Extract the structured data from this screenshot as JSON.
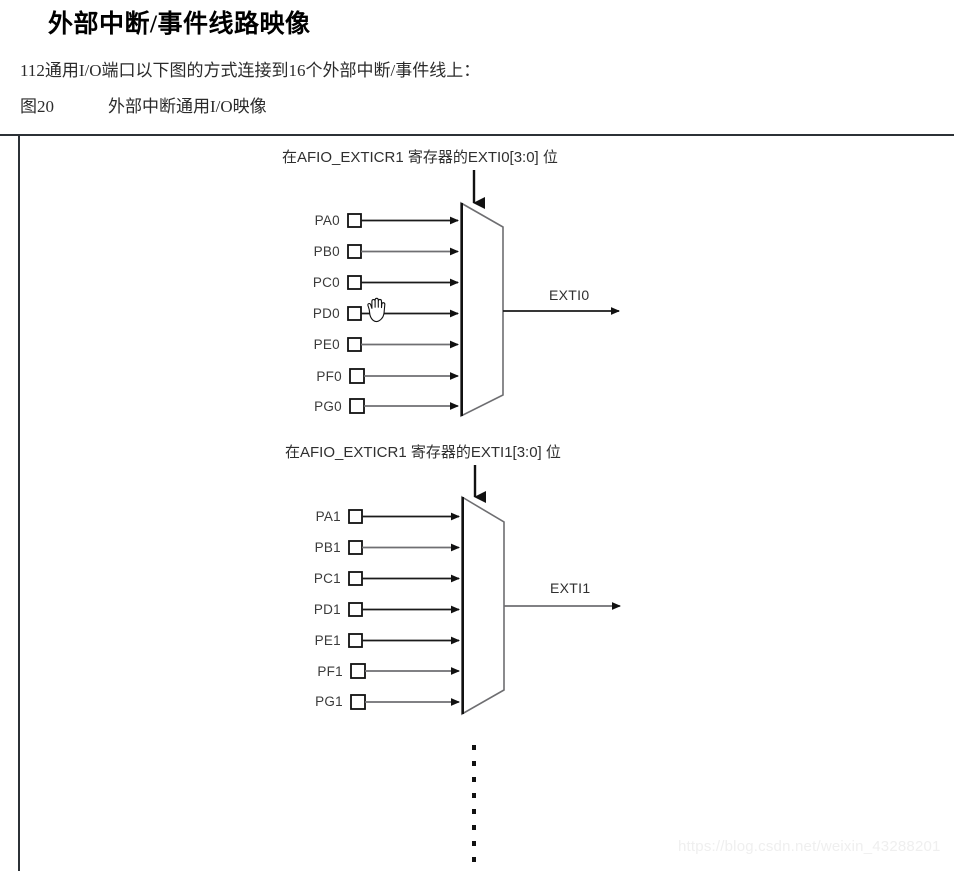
{
  "page": {
    "title": "外部中断/事件线路映像",
    "intro": "112通用I/O端口以下图的方式连接到16个外部中断/事件线上：",
    "figure_number": "图20",
    "figure_title": "外部中断通用I/O映像",
    "watermark": "https://blog.csdn.net/weixin_43288201"
  },
  "colors": {
    "frame_border": "#2c3136",
    "line_dark": "#1a1a1a",
    "line_gray": "#77777a",
    "text": "#2f2f2f",
    "watermark": "#efefef",
    "background": "#ffffff"
  },
  "diagram": {
    "type": "block-diagram",
    "description": "Two multiplexers mapping GPIO port pins onto EXTI external interrupt lines",
    "muxes": [
      {
        "id": "mux-exti0",
        "select_label": "在AFIO_EXTICR1 寄存器的EXTI0[3:0] 位",
        "inputs": [
          "PA0",
          "PB0",
          "PC0",
          "PD0",
          "PE0",
          "PF0",
          "PG0"
        ],
        "output": "EXTI0"
      },
      {
        "id": "mux-exti1",
        "select_label": "在AFIO_EXTICR1 寄存器的EXTI1[3:0] 位",
        "inputs": [
          "PA1",
          "PB1",
          "PC1",
          "PD1",
          "PE1",
          "PF1",
          "PG1"
        ],
        "output": "EXTI1"
      }
    ],
    "continuation": "vertical-dotted-line",
    "cursor": {
      "type": "hand-cursor",
      "near": "PD0"
    }
  }
}
